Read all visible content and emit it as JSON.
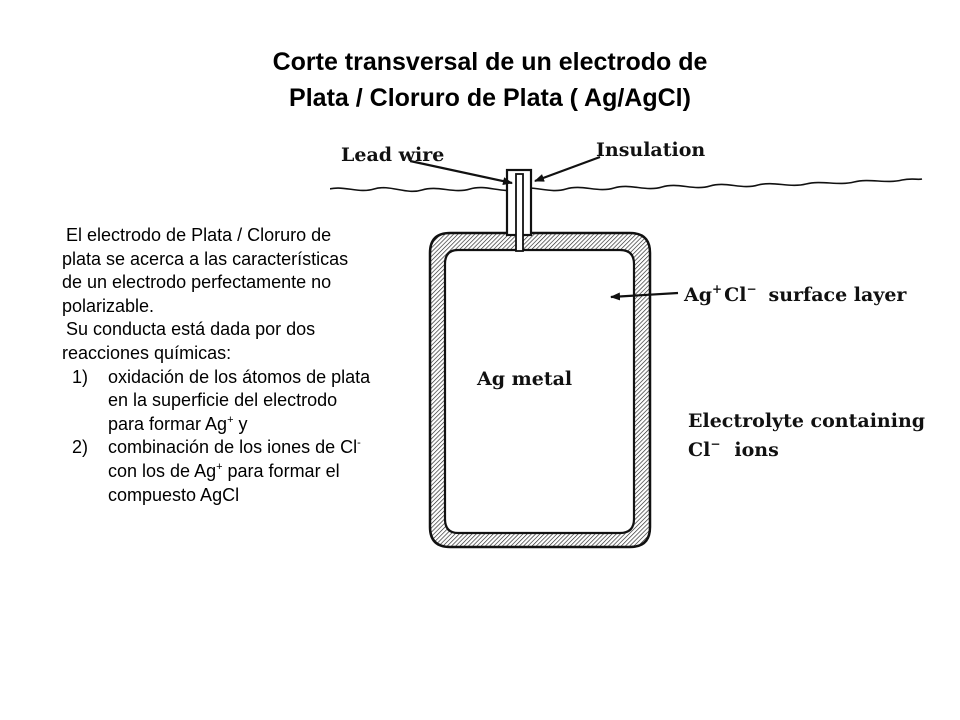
{
  "title": {
    "line1": "Corte transversal de un electrodo de",
    "line2": "Plata / Cloruro de Plata ( Ag/AgCl)"
  },
  "text": {
    "paragraph1": "El electrodo de Plata / Cloruro de plata se acerca a las características de un electrodo perfectamente no polarizable.",
    "paragraph2": "Su conducta está dada por dos reacciones químicas:",
    "items": [
      {
        "number": "1)",
        "text_before": "oxidación de los átomos de plata en la superficie del electrodo para formar Ag",
        "sup1": "+",
        "text_after": " y",
        "sup2": "",
        "text_end": ""
      },
      {
        "number": "2)",
        "text_before": "combinación de los iones de Cl",
        "sup1": "-",
        "text_after": " con los de Ag",
        "sup2": "+",
        "text_end": " para formar el compuesto AgCl"
      }
    ]
  },
  "diagram": {
    "labels": {
      "lead_wire": "Lead wire",
      "insulation": "Insulation",
      "ag": "Ag",
      "ag_charge": "+",
      "cl": "Cl",
      "cl_charge": "−",
      "surface_layer": "surface layer",
      "ag_metal": "Ag metal",
      "electrolyte_line1": "Electrolyte containing",
      "electrolyte_cl": "Cl",
      "electrolyte_charge": "−",
      "electrolyte_ions": "ions"
    }
  }
}
